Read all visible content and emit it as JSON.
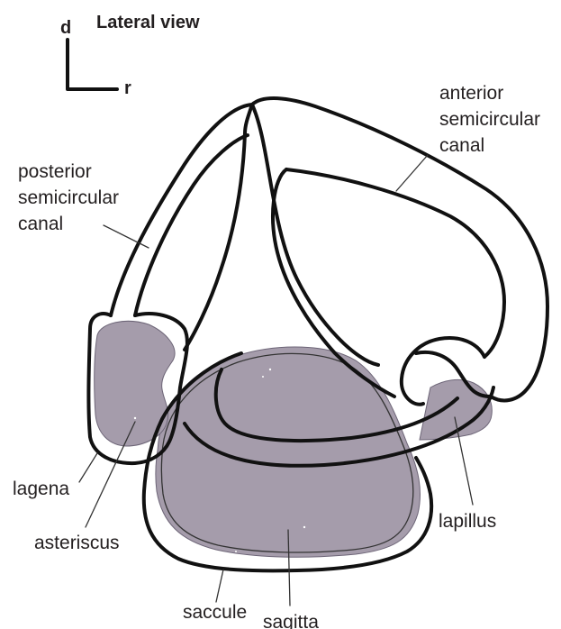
{
  "title": "Lateral view",
  "orientation": {
    "dorsal": "d",
    "rostral": "r"
  },
  "labels": {
    "anterior_canal": [
      "anterior",
      "semicircular",
      "canal"
    ],
    "posterior_canal": [
      "posterior",
      "semicircular",
      "canal"
    ],
    "lagena": "lagena",
    "asteriscus": "asteriscus",
    "lapillus": "lapillus",
    "saccule": "saccule",
    "sagitta": "sagitta"
  },
  "colors": {
    "otolith_fill": "#a59cab",
    "outline": "#111111",
    "text": "#231f20"
  }
}
